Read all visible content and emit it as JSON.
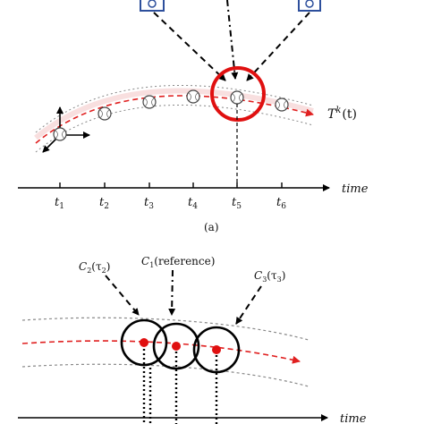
{
  "panel_a": {
    "trajectory_label": {
      "symbol": "T",
      "superscript": "k",
      "argument": "(t)"
    },
    "time_axis_label": "time",
    "ticks": [
      {
        "sym": "t",
        "sub": "1"
      },
      {
        "sym": "t",
        "sub": "2"
      },
      {
        "sym": "t",
        "sub": "3"
      },
      {
        "sym": "t",
        "sub": "4"
      },
      {
        "sym": "t",
        "sub": "5"
      },
      {
        "sym": "t",
        "sub": "6"
      }
    ],
    "caption": "(a)",
    "colors": {
      "highlight": "#e01010",
      "trajectory": "#e02020",
      "camera": "#2d4f9c"
    }
  },
  "panel_b": {
    "time_axis_label": "time",
    "cameras": [
      {
        "sym": "C",
        "sub": "2",
        "arg": "(τ",
        "argsub": "2",
        "close": ")"
      },
      {
        "sym": "C",
        "sub": "1",
        "arg": "(reference)"
      },
      {
        "sym": "C",
        "sub": "3",
        "arg": "(τ",
        "argsub": "3",
        "close": ")"
      }
    ]
  }
}
